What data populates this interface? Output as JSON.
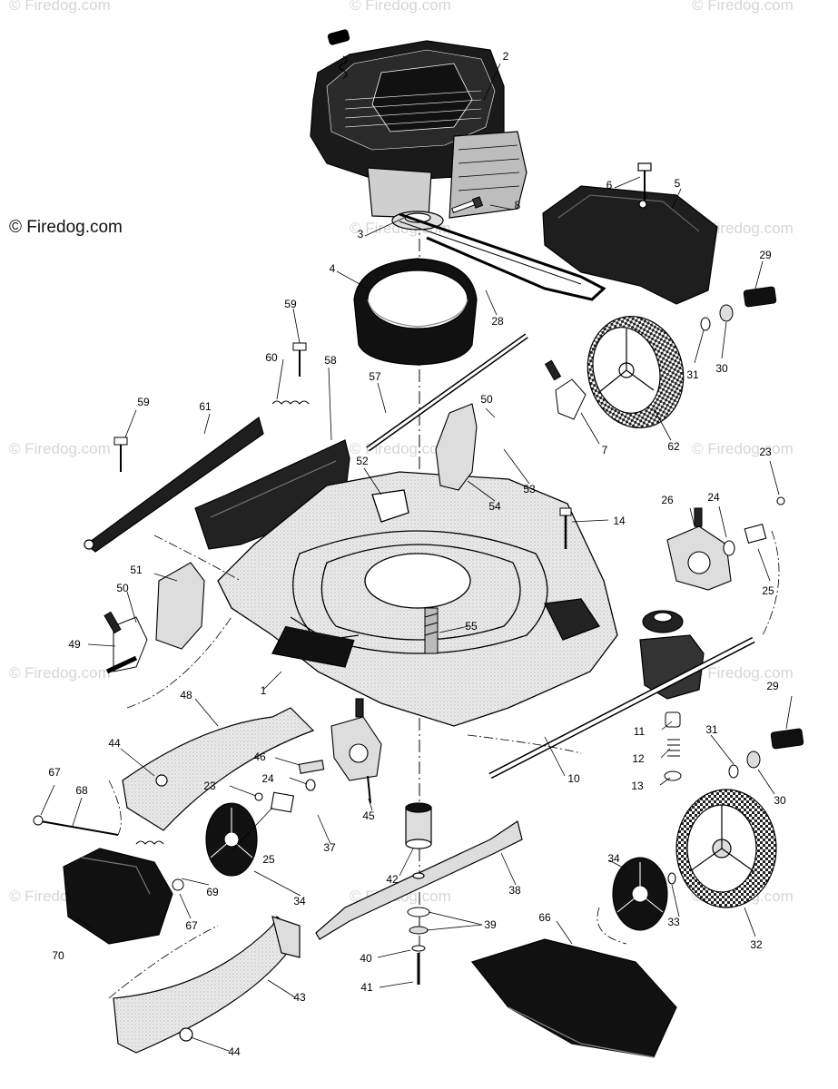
{
  "copyright": "© Firedog.com",
  "watermark": "© Firedog.com",
  "parts": [
    {
      "name": "1",
      "label": "1"
    },
    {
      "name": "2",
      "label": "2"
    },
    {
      "name": "3",
      "label": "3"
    },
    {
      "name": "4",
      "label": "4"
    },
    {
      "name": "5",
      "label": "5"
    },
    {
      "name": "6",
      "label": "6"
    },
    {
      "name": "7",
      "label": "7"
    },
    {
      "name": "8",
      "label": "8"
    },
    {
      "name": "10",
      "label": "10"
    },
    {
      "name": "11",
      "label": "11"
    },
    {
      "name": "12",
      "label": "12"
    },
    {
      "name": "13",
      "label": "13"
    },
    {
      "name": "14",
      "label": "14"
    },
    {
      "name": "23",
      "label": "23"
    },
    {
      "name": "23b",
      "label": "23"
    },
    {
      "name": "24",
      "label": "24"
    },
    {
      "name": "24b",
      "label": "24"
    },
    {
      "name": "25",
      "label": "25"
    },
    {
      "name": "25b",
      "label": "25"
    },
    {
      "name": "26",
      "label": "26"
    },
    {
      "name": "28",
      "label": "28"
    },
    {
      "name": "29",
      "label": "29"
    },
    {
      "name": "29b",
      "label": "29"
    },
    {
      "name": "30",
      "label": "30"
    },
    {
      "name": "30b",
      "label": "30"
    },
    {
      "name": "31",
      "label": "31"
    },
    {
      "name": "31b",
      "label": "31"
    },
    {
      "name": "32",
      "label": "32"
    },
    {
      "name": "33",
      "label": "33"
    },
    {
      "name": "34",
      "label": "34"
    },
    {
      "name": "34b",
      "label": "34"
    },
    {
      "name": "37",
      "label": "37"
    },
    {
      "name": "38",
      "label": "38"
    },
    {
      "name": "39",
      "label": "39"
    },
    {
      "name": "40",
      "label": "40"
    },
    {
      "name": "41",
      "label": "41"
    },
    {
      "name": "42",
      "label": "42"
    },
    {
      "name": "43",
      "label": "43"
    },
    {
      "name": "44",
      "label": "44"
    },
    {
      "name": "44b",
      "label": "44"
    },
    {
      "name": "45",
      "label": "45"
    },
    {
      "name": "46",
      "label": "46"
    },
    {
      "name": "48",
      "label": "48"
    },
    {
      "name": "49",
      "label": "49"
    },
    {
      "name": "50",
      "label": "50"
    },
    {
      "name": "50b",
      "label": "50"
    },
    {
      "name": "51",
      "label": "51"
    },
    {
      "name": "52",
      "label": "52"
    },
    {
      "name": "53",
      "label": "53"
    },
    {
      "name": "54",
      "label": "54"
    },
    {
      "name": "55",
      "label": "55"
    },
    {
      "name": "57",
      "label": "57"
    },
    {
      "name": "58",
      "label": "58"
    },
    {
      "name": "59",
      "label": "59"
    },
    {
      "name": "59b",
      "label": "59"
    },
    {
      "name": "60",
      "label": "60"
    },
    {
      "name": "61",
      "label": "61"
    },
    {
      "name": "62",
      "label": "62"
    },
    {
      "name": "66",
      "label": "66"
    },
    {
      "name": "67",
      "label": "67"
    },
    {
      "name": "67b",
      "label": "67"
    },
    {
      "name": "68",
      "label": "68"
    },
    {
      "name": "69",
      "label": "69"
    },
    {
      "name": "70",
      "label": "70"
    }
  ]
}
